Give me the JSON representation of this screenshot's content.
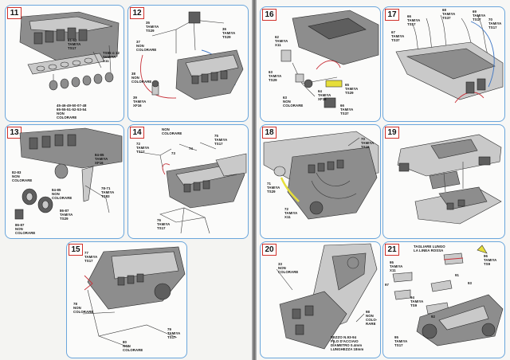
{
  "steps": [
    {
      "number": "11",
      "labels": [
        "61-62\nTAMIYA\nTS17",
        "TS55 o 12\nTAMIYA\nX11",
        "45-46-49-50-07-48\n65-55-51-52-53-54\nNON\nCOLORARE"
      ]
    },
    {
      "number": "12",
      "labels": [
        "35\nTAMIYA\nTS29",
        "37\nNON\nCOLORARE",
        "36\nTAMIYA\nTS29",
        "38\nNON\nCOLORARE",
        "39\nTAMIYA\nXF16"
      ]
    },
    {
      "number": "13",
      "labels": [
        "84-85\nTAMIYA\nXF16",
        "82-83\nNON\nCOLORARE",
        "84-85\nNON\nCOLORARE",
        "78-71\nTAMIYA\nTS83",
        "86-87\nTAMIYA\nTS29",
        "86-87\nNON\nCOLORARE"
      ]
    },
    {
      "number": "14",
      "labels": [
        "NON\nCOLORARE",
        "72\nTAMIYA\nTS17",
        "73",
        "74",
        "75\nTAMIYA\nTS17",
        "76\nTAMIYA\nTS17"
      ]
    },
    {
      "number": "15",
      "labels": [
        "77\nTAMIYA\nTS17",
        "78\nNON\nCOLORARE",
        "80\nNON\nCOLORARE",
        "79\nTAMIYA\nTS17"
      ]
    },
    {
      "number": "16",
      "labels": [
        "62\nTAMIYA\nX11",
        "63\nTAMIYA\nTS29",
        "63\nNON\nCOLORARE",
        "64\nTAMIYA\nXF16",
        "65\nTAMIYA\nTS29",
        "66\nTAMIYA\nTS37"
      ]
    },
    {
      "number": "17",
      "labels": [
        "66\nTAMIYA\nTS17",
        "67\nTAMIYA\nTS37",
        "68\nTAMIYA\nTS37",
        "69\nTAMIYA\nTS17",
        "70\nTAMIYA\nTS17"
      ]
    },
    {
      "number": "18",
      "labels": [
        "71\nTAMIYA\nTS29",
        "70\nTAMIYA\nTS16",
        "72\nTAMIYA\nX11"
      ]
    },
    {
      "number": "19",
      "labels": []
    },
    {
      "number": "20",
      "labels": [
        "33\nNON\nCOLORARE",
        "98\nNON\nCOLO-\nRARE",
        "PEZZO N.93-94\nFILO D'ACCIAIO\nDIAMETRO 0.4mm\nLUNGHEZZA 18mm"
      ]
    },
    {
      "number": "21",
      "labels": [
        "TAGLIARE LUNGO\nLA LINEA ROSSA",
        "95\nTAMIYA\nX11",
        "97",
        "96\nTAMIYA\nTS9",
        "91",
        "93",
        "94\nTAMIYA\nTS9",
        "92",
        "95\nTAMIYA\nTS17"
      ]
    }
  ],
  "colors": {
    "panel_border": "#6aa6dc",
    "step_box": "#d0302a",
    "wire_red": "#c8323a",
    "wire_blue": "#3b74c4",
    "highlight": "#e6de3a"
  }
}
